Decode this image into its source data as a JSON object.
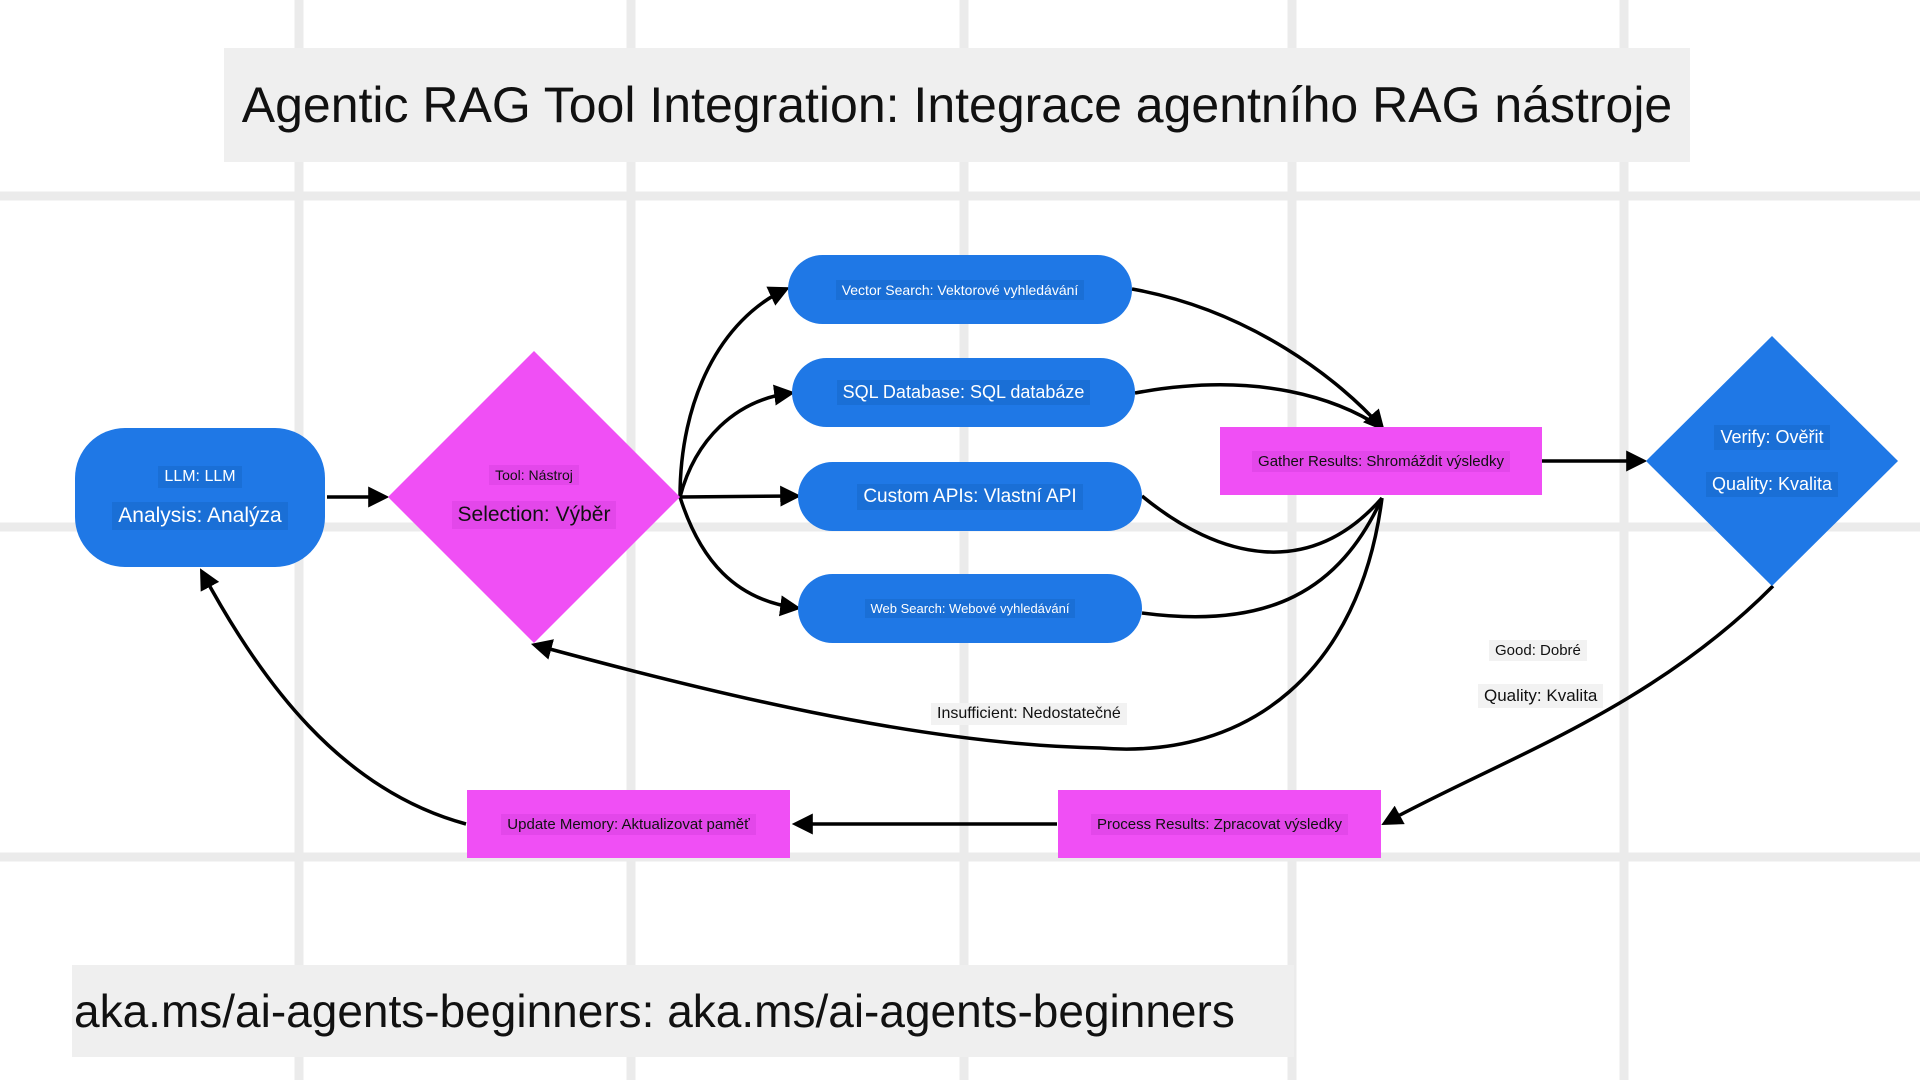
{
  "title": "Agentic RAG Tool Integration: Integrace agentního RAG nástroje",
  "footer": "aka.ms/ai-agents-beginners: aka.ms/ai-agents-beginners",
  "colors": {
    "blue_node": "#1f78e6",
    "pink_node": "#f04ff5",
    "banner_bg": "#efefef",
    "edge": "#000000",
    "grid": "#ebebeb"
  },
  "nodes": {
    "llm": {
      "line1": "LLM: LLM",
      "line2": "Analysis: Analýza"
    },
    "tool_selection": {
      "line1": "Tool: Nástroj",
      "line2": "Selection: Výběr"
    },
    "vector_search": {
      "label": "Vector Search: Vektorové vyhledávání"
    },
    "sql_database": {
      "label": "SQL Database: SQL databáze"
    },
    "custom_apis": {
      "label": "Custom APIs: Vlastní API"
    },
    "web_search": {
      "label": "Web Search: Webové vyhledávání"
    },
    "gather_results": {
      "label": "Gather Results: Shromáždit výsledky"
    },
    "verify_quality": {
      "line1": "Verify: Ověřit",
      "line2": "Quality: Kvalita"
    },
    "process_results": {
      "label": "Process Results: Zpracovat výsledky"
    },
    "update_memory": {
      "label": "Update Memory: Aktualizovat paměť"
    }
  },
  "edge_labels": {
    "good_line1": "Good: Dobré",
    "good_line2": "Quality: Kvalita",
    "insufficient": "Insufficient: Nedostatečné"
  }
}
